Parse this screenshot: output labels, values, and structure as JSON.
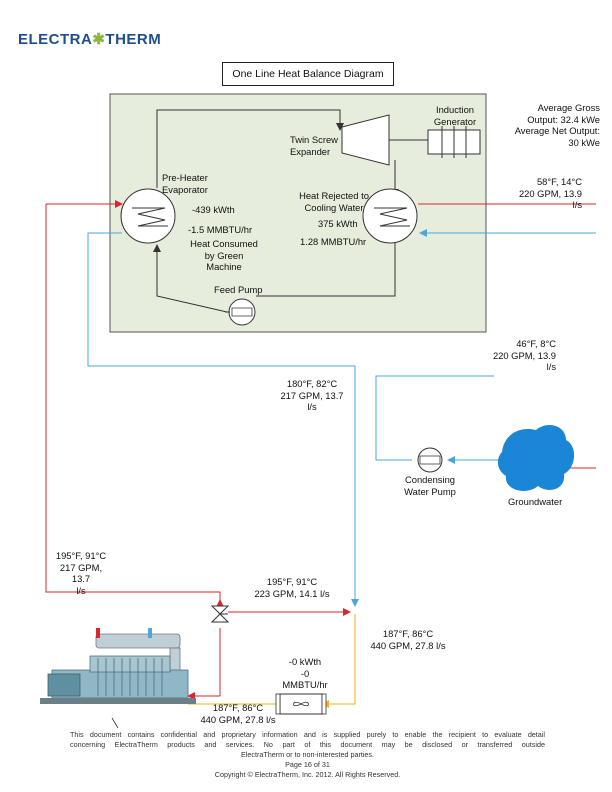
{
  "header": {
    "logo_text_left": "ELECTRA",
    "logo_star": "✱",
    "logo_text_right": "THERM",
    "title": "One Line Heat Balance Diagram"
  },
  "components": {
    "induction_generator": "Induction\nGenerator",
    "twin_screw_expander": "Twin Screw\nExpander",
    "preheater_evaporator": "Pre-Heater\nEvaporator",
    "heat_rejected": "Heat Rejected to\nCooling Water",
    "feed_pump": "Feed Pump",
    "condensing_water_pump": "Condensing\nWater Pump",
    "groundwater": "Groundwater"
  },
  "values": {
    "gross_output": "Average Gross\nOutput: 32.4 kWe\nAverage Net Output:\n30 kWe",
    "evaporator_kwth": "-439 kWth",
    "evaporator_mmbtu": "-1.5 MMBTU/hr",
    "heat_consumed": "Heat Consumed\nby Green\nMachine",
    "rejected_kwth": "375 kWth",
    "rejected_mmbtu": "1.28 MMBTU/hr",
    "cooling_out": "58°F, 14°C\n220 GPM, 13.9\nl/s",
    "cooling_in": "46°F, 8°C\n220 GPM, 13.9\nl/s",
    "return_to_engine": "180°F, 82°C\n217 GPM, 13.7\nl/s",
    "hot_to_evaporator": "195°F, 91°C\n217 GPM, 13.7\nl/s",
    "bypass": "195°F, 91°C\n223 GPM, 14.1 l/s",
    "mixed_return": "187°F, 86°C\n440 GPM, 27.8 l/s",
    "radiator": "-0 kWth\n-0\nMMBTU/hr",
    "engine_inlet": "187°F, 86°C\n440 GPM, 27.8 l/s"
  },
  "footer": {
    "line1": "This document contains confidential and proprietary information and is supplied purely to enable the recipient to evaluate detail",
    "line2": "concerning ElectraTherm products and services. No part of this document may be disclosed or transferred outside",
    "line3": "ElectraTherm or to non-interested parties.",
    "page": "Page 16 of 31",
    "copyright": "Copyright © ElectraTherm, Inc. 2012. All Rights Reserved."
  },
  "colors": {
    "module_bg": "#e6eddc",
    "hot_line": "#d9262e",
    "cool_line": "#4ba7d8",
    "warm_line": "#f2b21b",
    "internal_line": "#333333",
    "groundwater_blob": "#1b86d6"
  },
  "icons": [
    "heat-exchanger-icon",
    "pump-icon",
    "expander-icon",
    "generator-icon",
    "valve-icon",
    "radiator-fan-icon",
    "engine-icon"
  ]
}
